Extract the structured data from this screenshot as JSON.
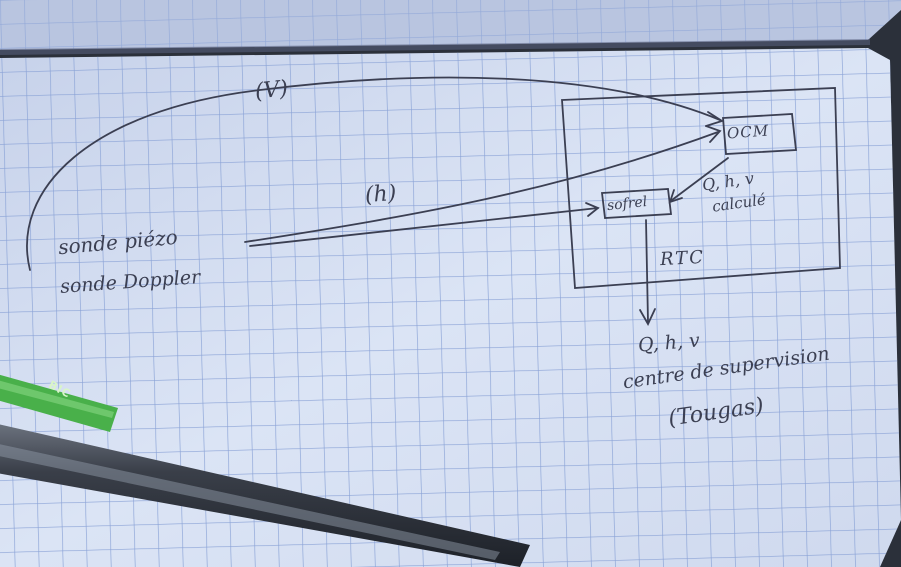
{
  "photo": {
    "subject": "notebook",
    "paper_color": "#d8e2f4",
    "grid_color": "#8aa2d6",
    "ink_color": "#3b3f52"
  },
  "notes": {
    "label_v": "(V)",
    "label_h": "(h)",
    "sonde_piezo": "sonde piézo",
    "sonde_doppler": "sonde Doppler",
    "ocm": "OCM",
    "sofrel": "sofrel",
    "qhv_calcule": "Q, h, v",
    "calcule": "calculé",
    "rtc": "RTC",
    "out_qhv": "Q, h, v",
    "centre_supervision": "centre de supervision",
    "tougas": "(Tougas)"
  },
  "pen": {
    "brand": "BIC",
    "cap_color": "#49b04a"
  }
}
